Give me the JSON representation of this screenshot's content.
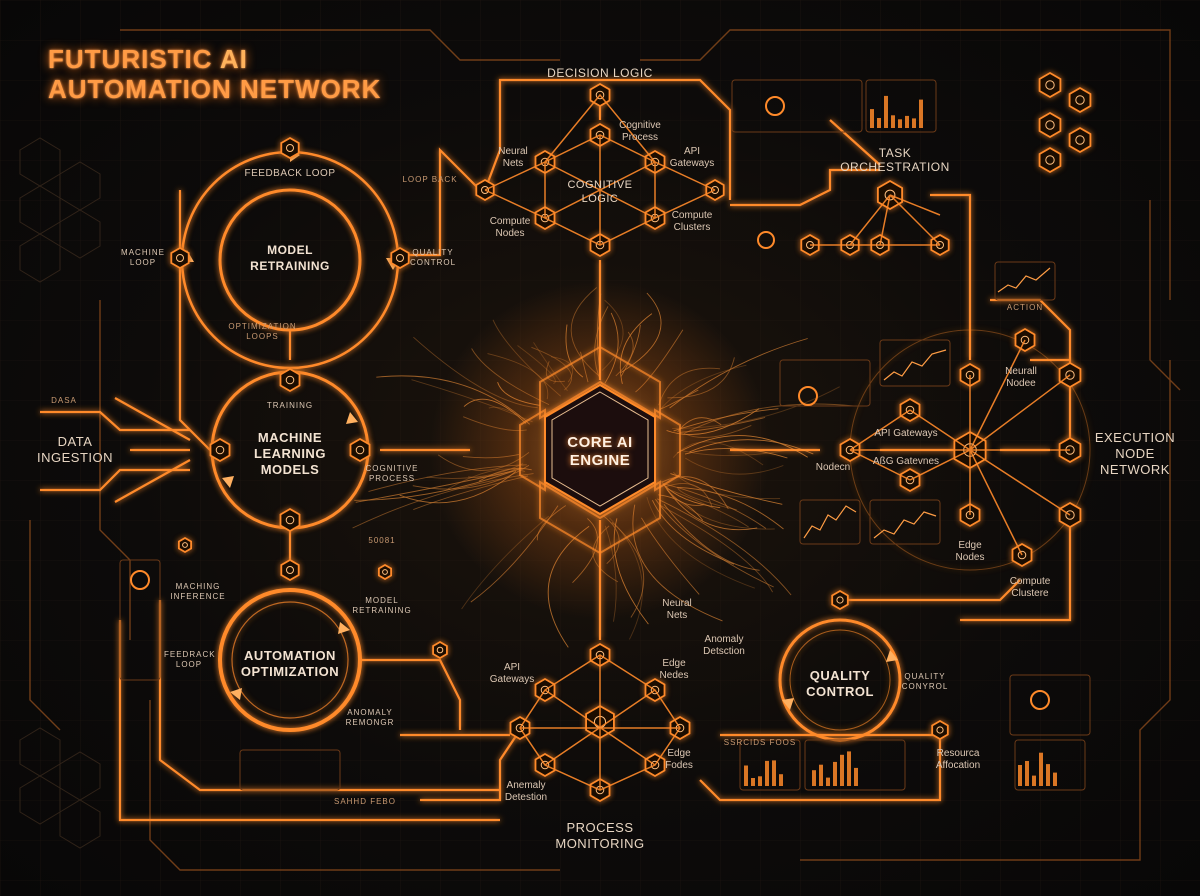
{
  "title": {
    "line1_prefix": "FUTURISTIC",
    "line1_ai": "AI",
    "line2": "AUTOMATION NETWORK"
  },
  "colors": {
    "accent": "#ff8a2a",
    "glow": "#ffb060",
    "background": "#0b0a09",
    "text": "#e9d6c4"
  },
  "core": {
    "label": "CORE AI ENGINE"
  },
  "decision_logic": {
    "heading": "DECISION LOGIC",
    "center": "COGNITIVE LOGIC",
    "cognitive_process": "Cognitive Process",
    "neural_nets": "Neural Nets",
    "api_gateways": "API Gateways",
    "compute_nodes": "Compute Nodes",
    "compute_clusters": "Compute Clusters",
    "loop_back": "LOOP BACK"
  },
  "model_retraining": {
    "ring": "MODEL RETRAINING",
    "feedback_loop": "FEEDBACK LOOP",
    "machine_loop": "MACHINE LOOP",
    "quality_control": "QUALITY CONTROL",
    "optimization_loops": "OPTIMIZATION LOOPS"
  },
  "ml_models": {
    "ring": "MACHINE LEARNING MODELS",
    "training": "TRAINING",
    "cognitive_process": "COGNITIVE PROCESS",
    "data_ingestion": "DATA INGESTION",
    "data_tag": "DASA",
    "small_code": "50081"
  },
  "automation": {
    "ring": "AUTOMATION OPTIMIZATION",
    "machine_inference": "MACHING INFERENCE",
    "model_retraining": "MODEL RETRAINING",
    "feedback_loop": "FEEDRACK LOOP",
    "anomaly_monitoring": "ANOMALY REMONGR"
  },
  "task_orchestration": {
    "heading": "TASK ORCHESTRATION",
    "action": "ACTION"
  },
  "execution": {
    "heading": "EXECUTION NODE NETWORK",
    "neural_nodes": "Neurall Nodee",
    "api_gateways": "API Gateways",
    "api_gateways_2": "AßG Gatevnes",
    "nodes": "Nodecn",
    "edge_nodes": "Edge Nodes",
    "compute_clusters": "Compute Clustere"
  },
  "process_monitoring": {
    "heading": "PROCESS MONITORING",
    "api_gateways": "API Gateways",
    "edge_nodes_top": "Edge Nedes",
    "edge_nodes_bottom": "Edge Fodes",
    "anomaly_detection": "Anemaly Detestion",
    "neural_nets": "Neural Nets",
    "anomaly_detection_2": "Anomaly Detsction"
  },
  "quality": {
    "ring": "QUALITY CONTROL",
    "quality_control": "QUALITY CONYROL",
    "resource_allocation": "Resourca Affocation"
  },
  "misc": {
    "bottom_tag": "SAHHD FEBO",
    "top_tag": "SSRCIDS FOOS"
  }
}
